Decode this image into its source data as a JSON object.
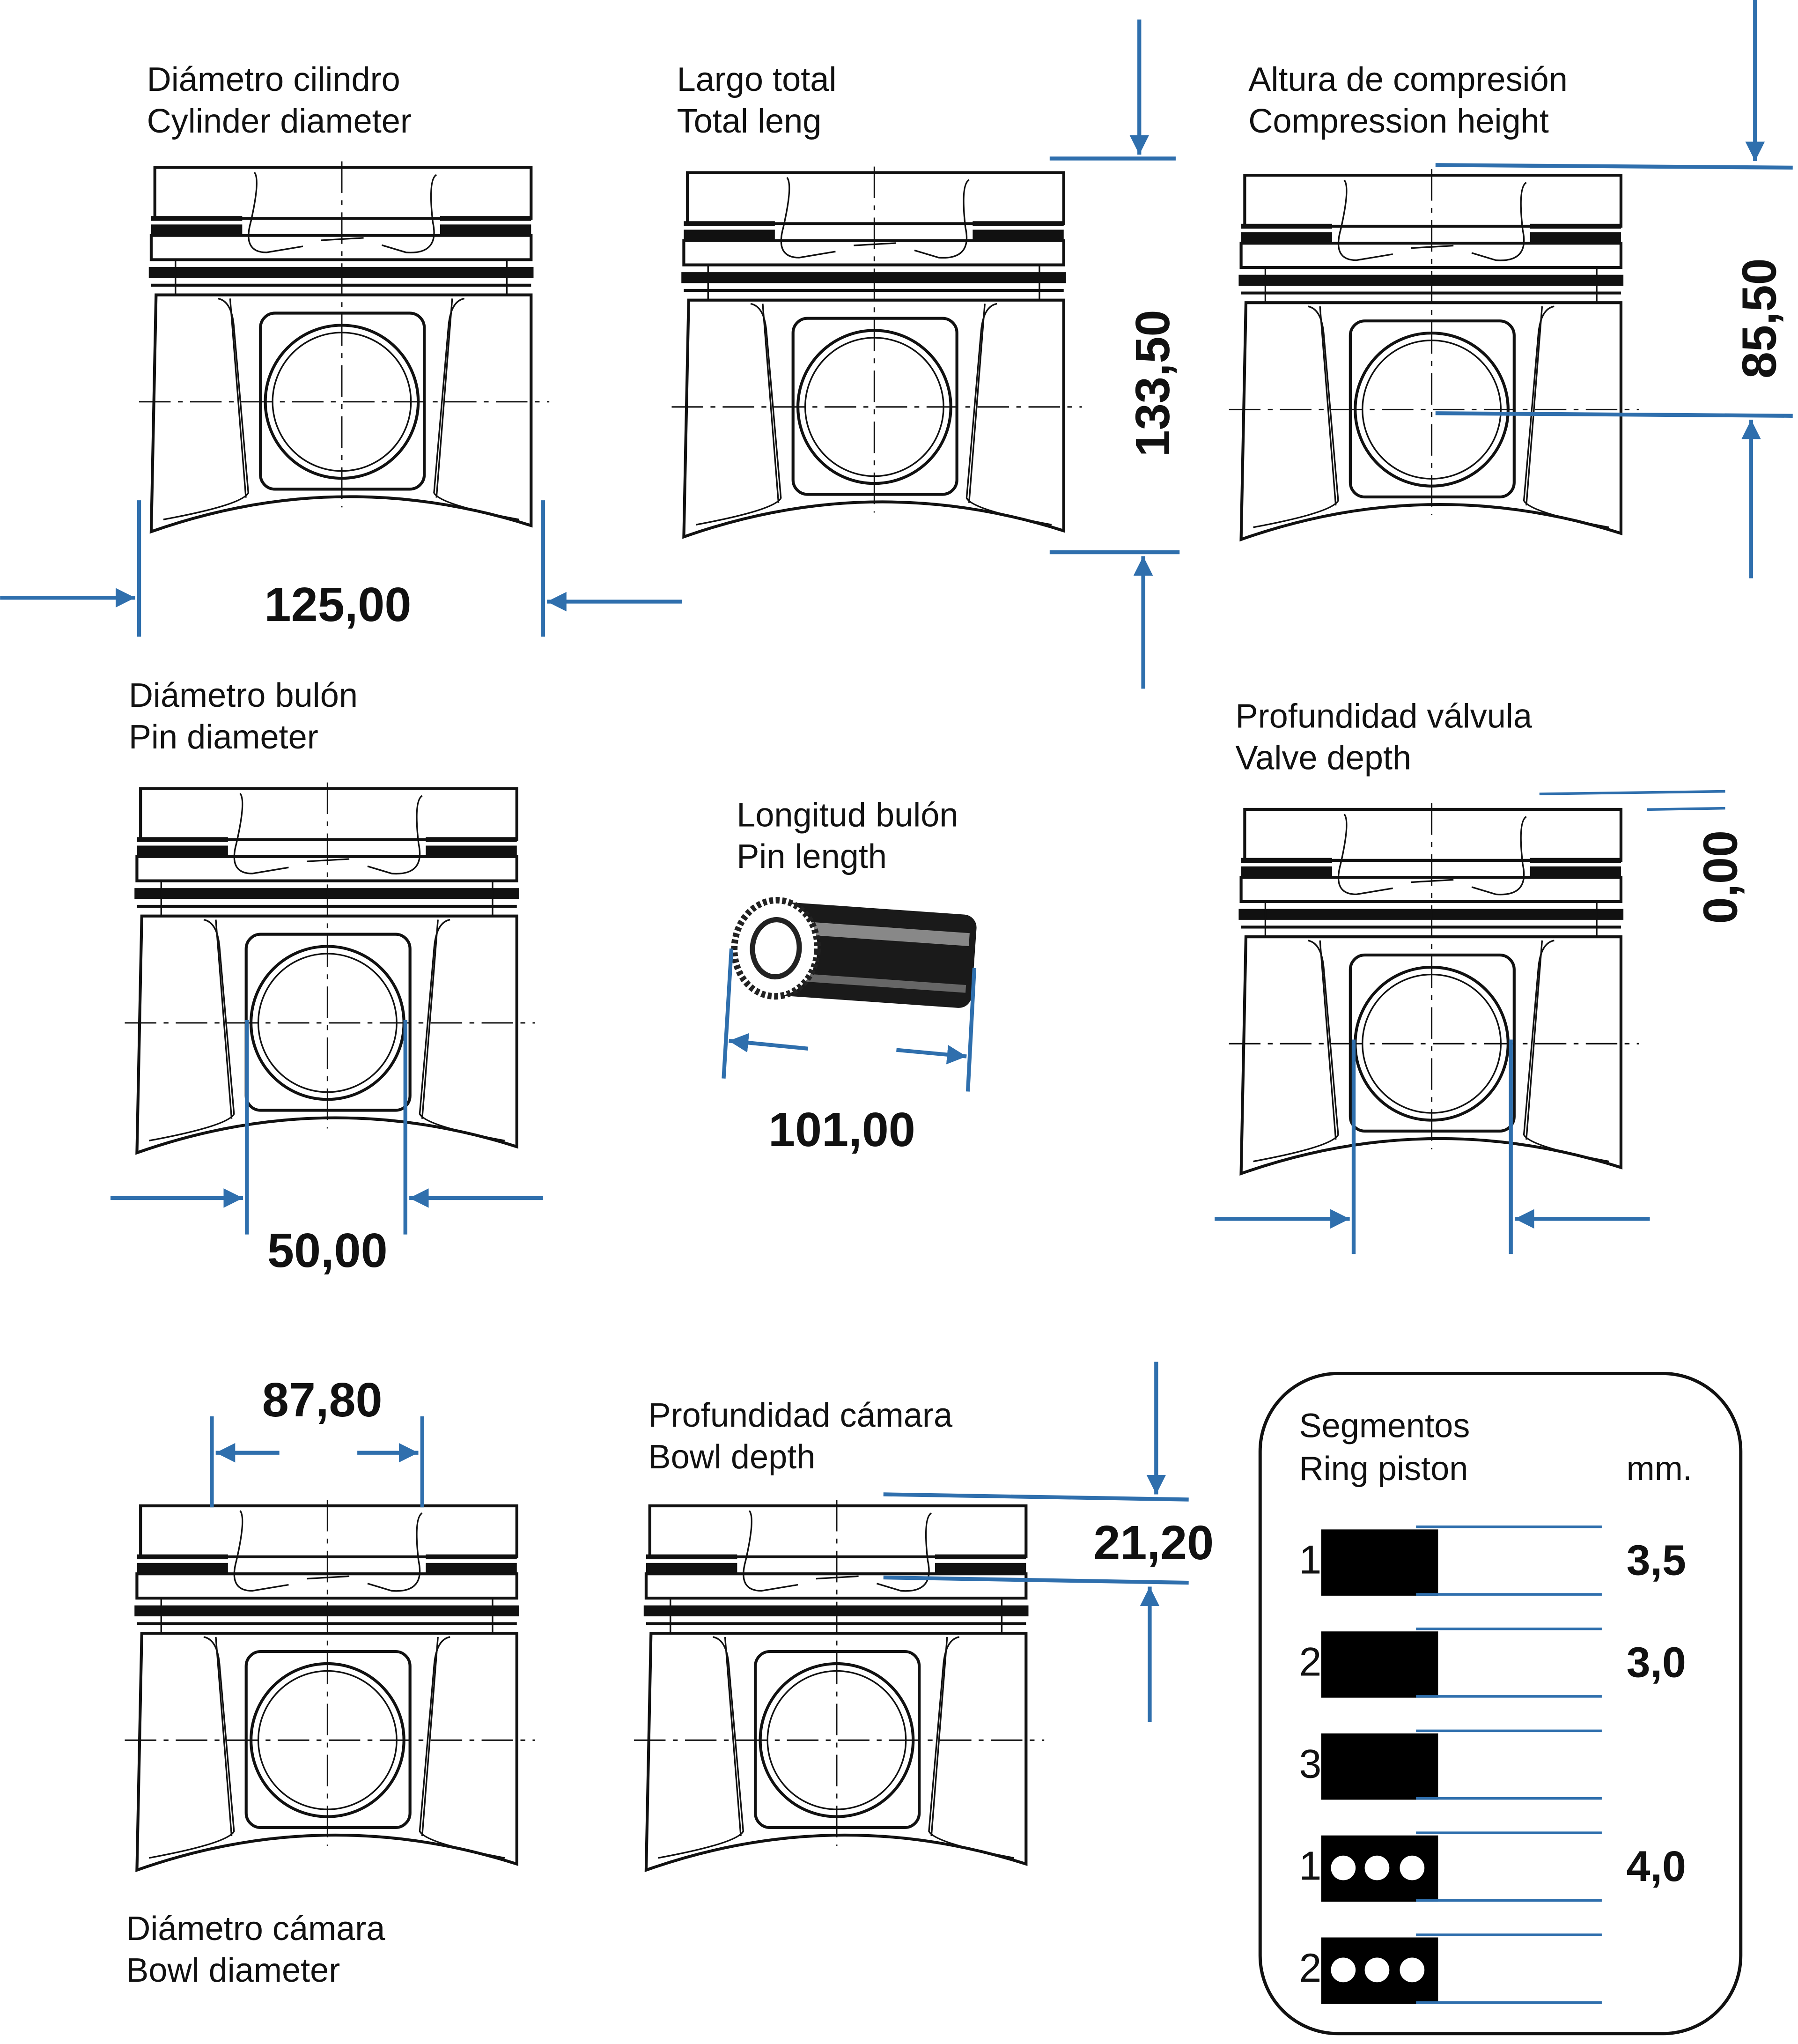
{
  "dimensions": {
    "cylinder_diameter": {
      "label_es": "Diámetro cilindro",
      "label_en": "Cylinder diameter",
      "value": "125,00"
    },
    "total_length": {
      "label_es": "Largo total",
      "label_en": "Total leng",
      "value": "133,50"
    },
    "compression_height": {
      "label_es": "Altura de compresión",
      "label_en": "Compression height",
      "value": "85,50"
    },
    "pin_diameter": {
      "label_es": "Diámetro bulón",
      "label_en": "Pin diameter",
      "value": "50,00"
    },
    "pin_length": {
      "label_es": "Longitud bulón",
      "label_en": "Pin length",
      "value": "101,00"
    },
    "valve_depth": {
      "label_es": "Profundidad válvula",
      "label_en": "Valve depth",
      "value": "0,00"
    },
    "bowl_diameter": {
      "label_es": "Diámetro cámara",
      "label_en": "Bowl diameter",
      "value": "87,80"
    },
    "bowl_depth": {
      "label_es": "Profundidad cámara",
      "label_en": "Bowl depth",
      "value": "21,20"
    }
  },
  "rings": {
    "title_es": "Segmentos",
    "title_en": "Ring piston",
    "unit": "mm.",
    "items": [
      {
        "number": "1",
        "type": "solid",
        "value": "3,5"
      },
      {
        "number": "2",
        "type": "solid",
        "value": "3,0"
      },
      {
        "number": "3",
        "type": "solid",
        "value": ""
      },
      {
        "number": "1",
        "type": "oil",
        "value": "4,0"
      },
      {
        "number": "2",
        "type": "oil",
        "value": ""
      }
    ]
  },
  "colors": {
    "dimension": "#2f6fad",
    "ink": "#111111"
  }
}
